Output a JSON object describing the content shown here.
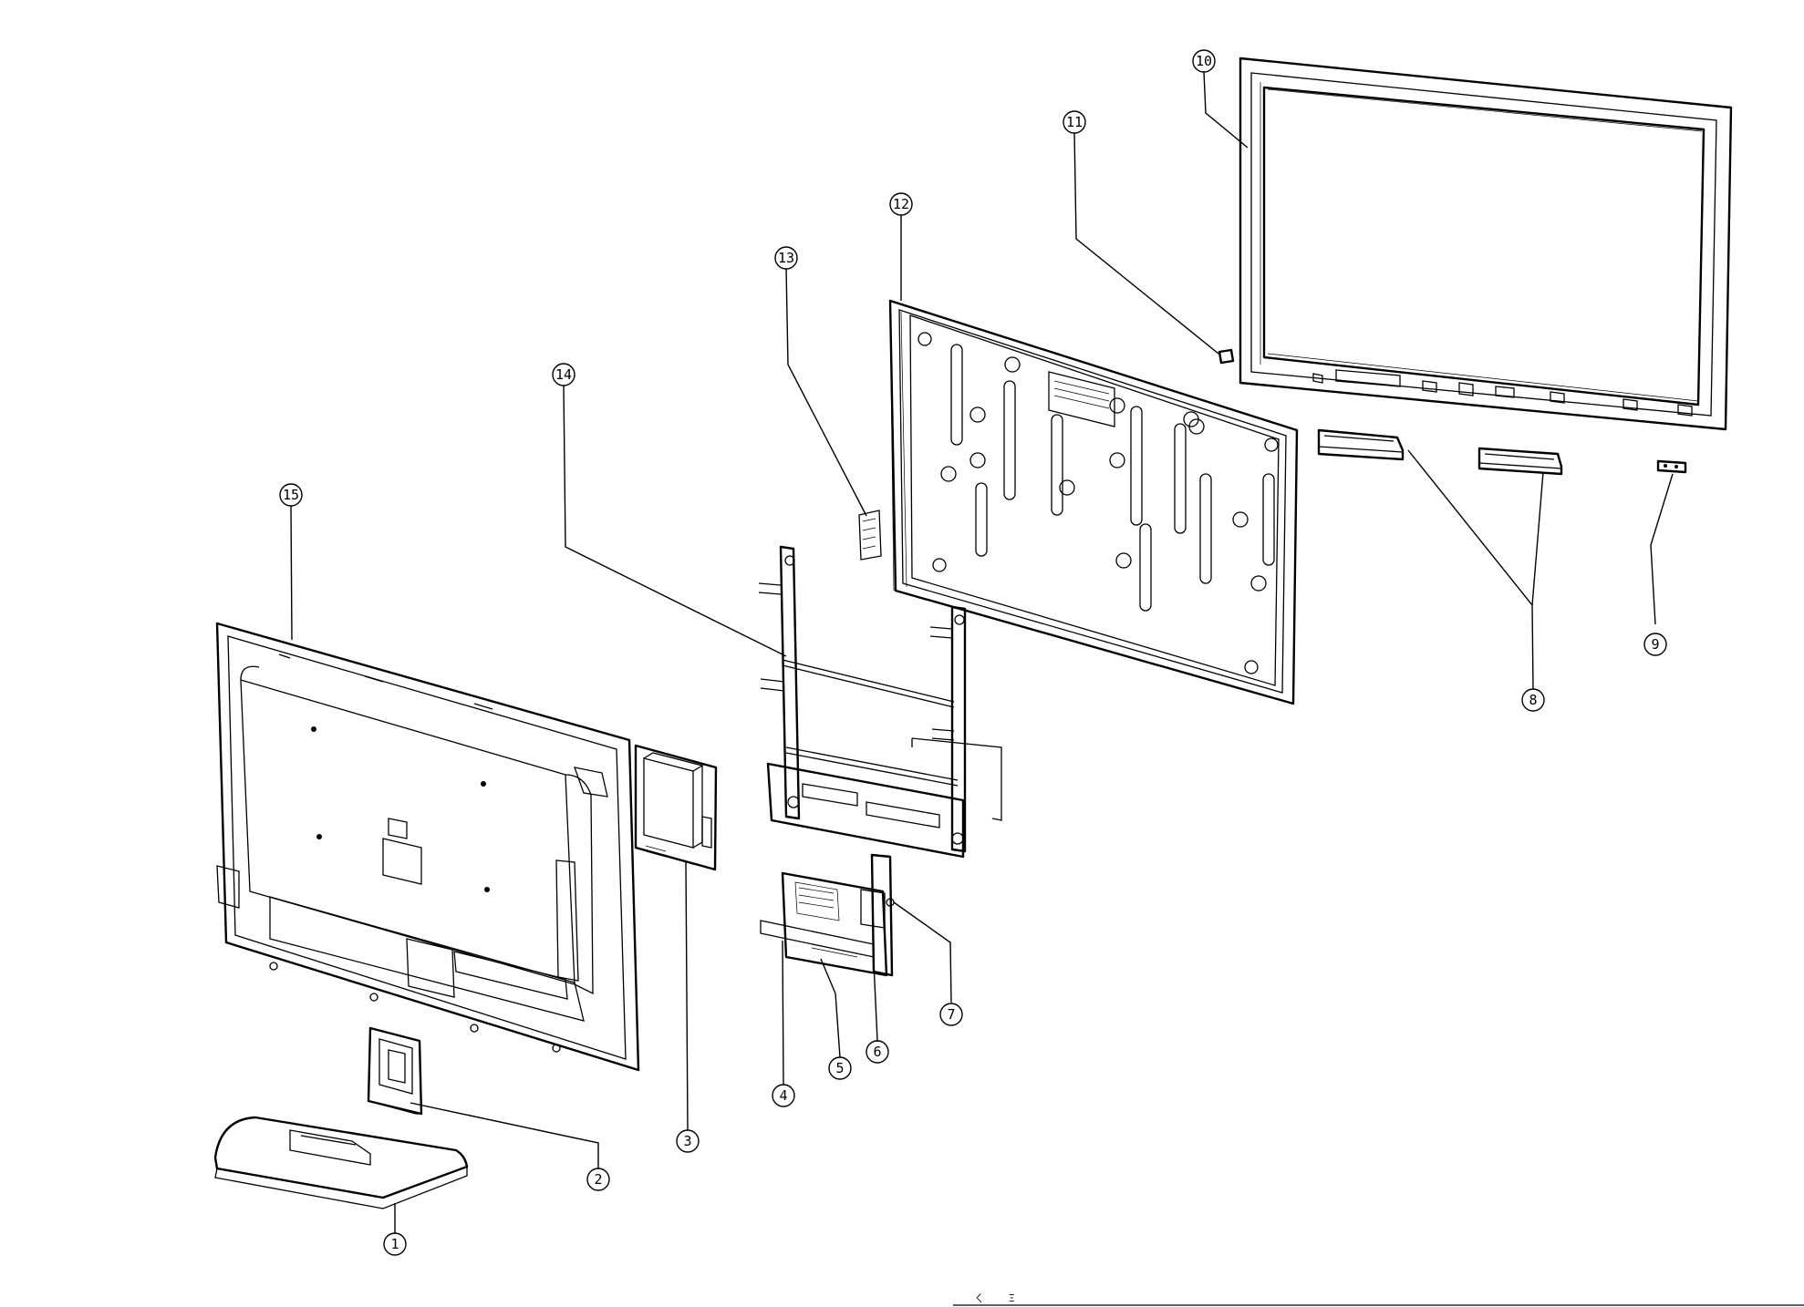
{
  "diagram": {
    "callouts": [
      "1",
      "2",
      "3",
      "4",
      "5",
      "6",
      "7",
      "8",
      "9",
      "10",
      "11",
      "12",
      "13",
      "14",
      "15"
    ],
    "parts": [
      {
        "ref": "1",
        "icon": "stand-base-icon"
      },
      {
        "ref": "2",
        "icon": "stand-neck-icon"
      },
      {
        "ref": "3",
        "icon": "power-board-icon"
      },
      {
        "ref": "4",
        "icon": "main-board-icon"
      },
      {
        "ref": "5",
        "icon": "main-board-bracket-icon"
      },
      {
        "ref": "6",
        "icon": "av-board-icon"
      },
      {
        "ref": "7",
        "icon": "shield-bracket-icon"
      },
      {
        "ref": "8",
        "icon": "speaker-icon"
      },
      {
        "ref": "9",
        "icon": "ir-board-icon"
      },
      {
        "ref": "10",
        "icon": "front-bezel-icon"
      },
      {
        "ref": "11",
        "icon": "button-icon"
      },
      {
        "ref": "12",
        "icon": "lcd-panel-icon"
      },
      {
        "ref": "13",
        "icon": "key-board-icon"
      },
      {
        "ref": "14",
        "icon": "chassis-frame-icon"
      },
      {
        "ref": "15",
        "icon": "back-cover-icon"
      }
    ]
  },
  "footer": {
    "marks": [
      "ㄑ",
      "Ξ"
    ]
  }
}
